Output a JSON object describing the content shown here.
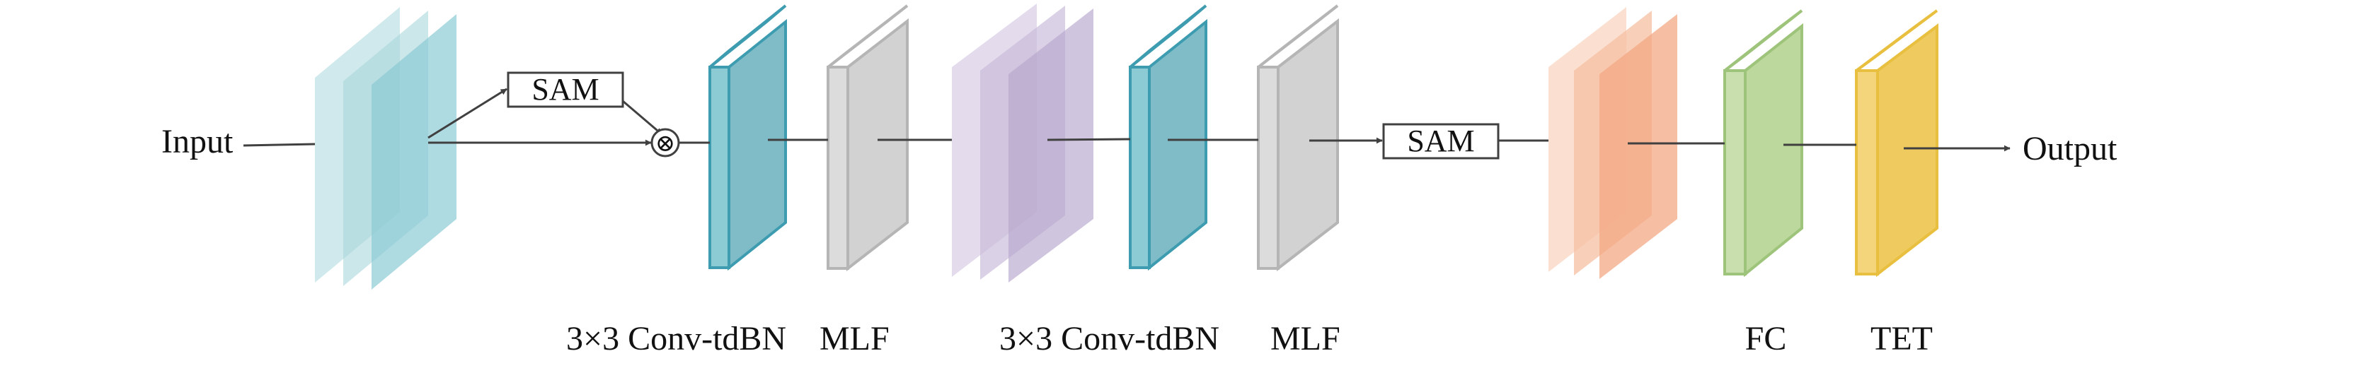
{
  "labels": {
    "input": "Input",
    "output": "Output",
    "sam_1": "SAM",
    "sam_2": "SAM",
    "multiply_symbol": "⊗",
    "conv_1": "3×3 Conv-tdBN",
    "mlf_1": "MLF",
    "conv_2": "3×3 Conv-tdBN",
    "mlf_2": "MLF",
    "fc": "FC",
    "tet": "TET"
  },
  "colors": {
    "input_stack": "#a9d7dc",
    "conv_block": "#8ccad4",
    "conv_edge": "#3e9cb0",
    "mlf_block": "#dcdcdc",
    "mlf_edge": "#b5b5b5",
    "purple_stack": "#c6b8d8",
    "orange_stack": "#f3b08c",
    "fc_block": "#c9dfae",
    "fc_edge": "#9dc47a",
    "tet_block": "#f4d57c",
    "tet_edge": "#e8bf3e",
    "line": "#404040"
  }
}
